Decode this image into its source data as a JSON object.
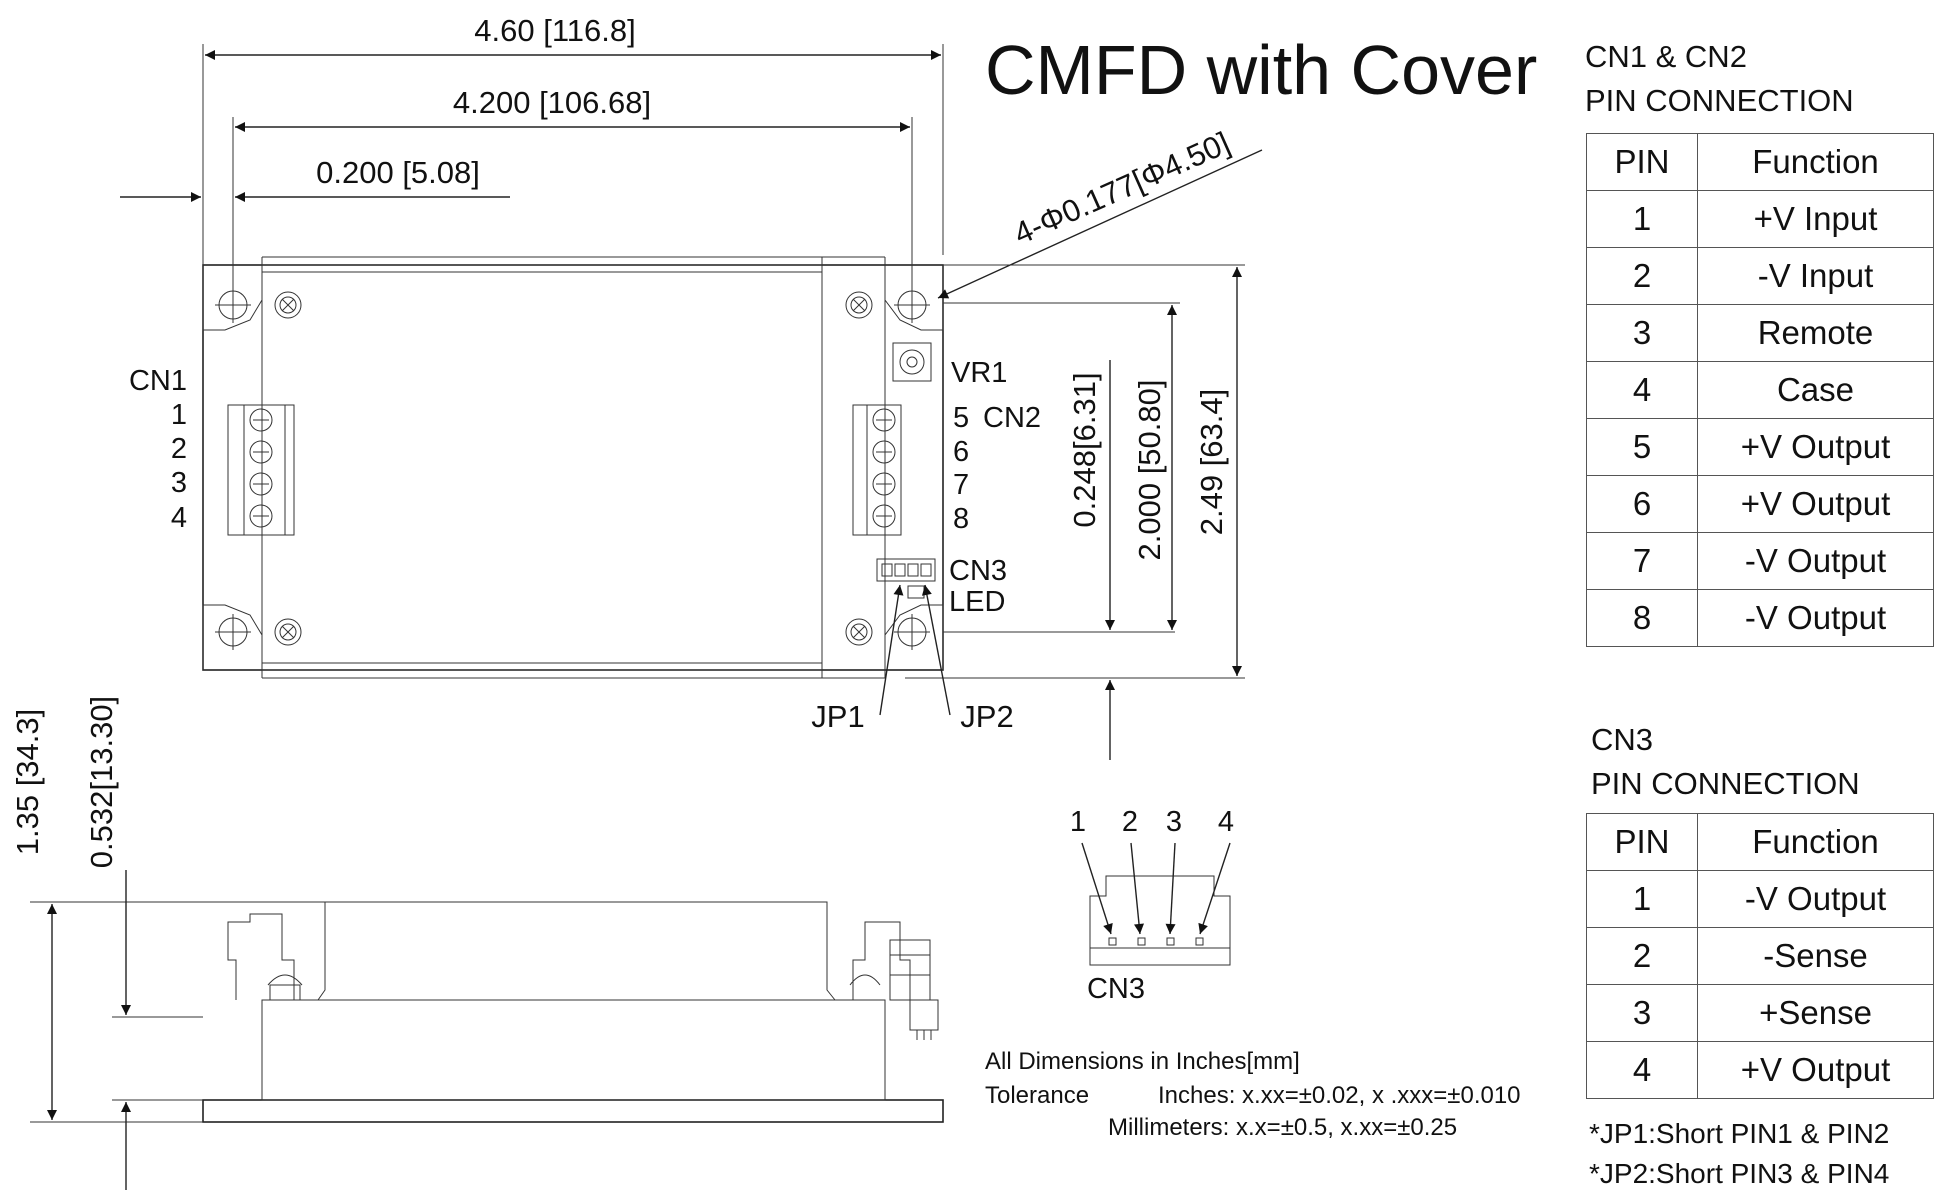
{
  "title": "CMFD with Cover",
  "dimensions": {
    "overall_length": "4.60 [116.8]",
    "hole_spacing_x": "4.200 [106.68]",
    "hole_offset_x": "0.200 [5.08]",
    "hole_dia": "4-Φ0.177[Φ4.50]",
    "offset_y": "0.248[6.31]",
    "hole_spacing_y": "2.000 [50.80]",
    "overall_width": "2.49 [63.4]",
    "total_height": "1.35 [34.3]",
    "base_height": "0.532[13.30]"
  },
  "labels": {
    "cn1": "CN1",
    "cn1_pins": [
      "1",
      "2",
      "3",
      "4"
    ],
    "vr1": "VR1",
    "cn2": "CN2",
    "cn2_pins": [
      "5",
      "6",
      "7",
      "8"
    ],
    "cn3": "CN3",
    "led": "LED",
    "jp1": "JP1",
    "jp2": "JP2",
    "cn3_detail_pins": [
      "1",
      "2",
      "3",
      "4"
    ],
    "cn3_detail": "CN3"
  },
  "notes": {
    "units": "All Dimensions in Inches[mm]",
    "tolerance_label": "Tolerance",
    "tolerance_inches": "Inches: x.xx=±0.02, x .xxx=±0.010",
    "tolerance_mm": "Millimeters: x.x=±0.5, x.xx=±0.25"
  },
  "table1": {
    "title_line1": "CN1 & CN2",
    "title_line2": "PIN CONNECTION",
    "header": [
      "PIN",
      "Function"
    ],
    "rows": [
      [
        "1",
        "+V Input"
      ],
      [
        "2",
        "-V Input"
      ],
      [
        "3",
        "Remote"
      ],
      [
        "4",
        "Case"
      ],
      [
        "5",
        "+V Output"
      ],
      [
        "6",
        "+V Output"
      ],
      [
        "7",
        "-V Output"
      ],
      [
        "8",
        "-V Output"
      ]
    ]
  },
  "table2": {
    "title_line1": "CN3",
    "title_line2": "PIN CONNECTION",
    "header": [
      "PIN",
      "Function"
    ],
    "rows": [
      [
        "1",
        "-V Output"
      ],
      [
        "2",
        "-Sense"
      ],
      [
        "3",
        "+Sense"
      ],
      [
        "4",
        "+V Output"
      ]
    ]
  },
  "footnotes": [
    "*JP1:Short PIN1 & PIN2",
    "*JP2:Short PIN3 & PIN4"
  ]
}
